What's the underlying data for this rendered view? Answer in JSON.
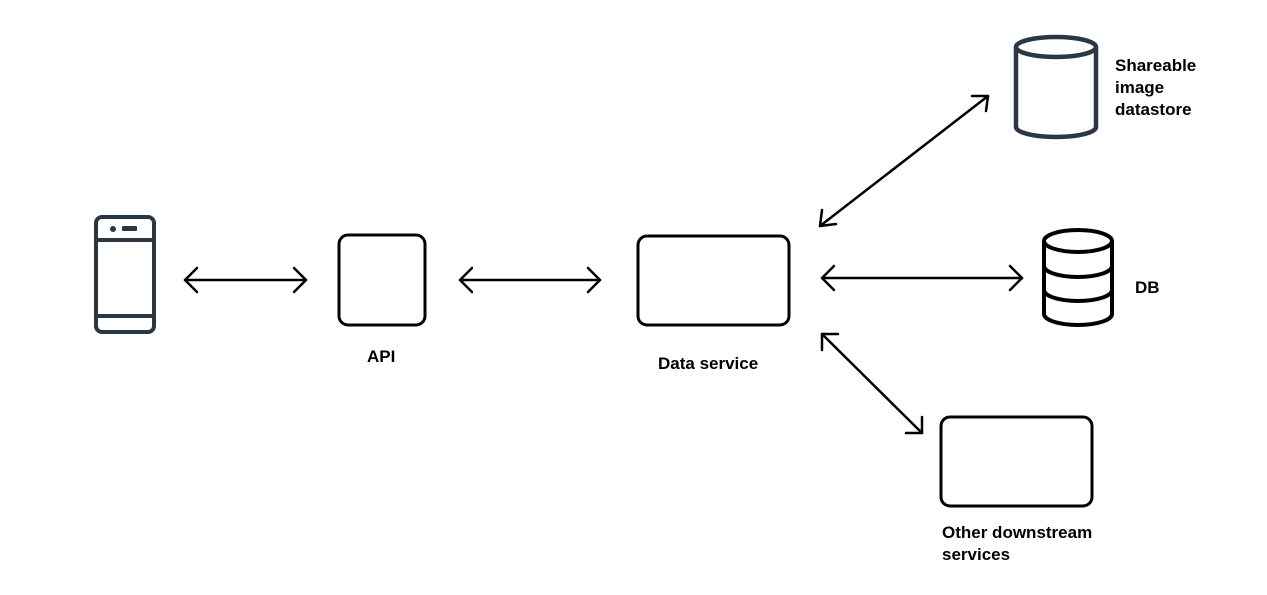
{
  "colors": {
    "box_stroke": "#000000",
    "icon_stroke": "#2b3744",
    "text": "#000000",
    "background": "#ffffff"
  },
  "nodes": {
    "client": {
      "icon": "mobile-phone-icon"
    },
    "api": {
      "label": "API"
    },
    "data_service": {
      "label": "Data service"
    },
    "shareable_store": {
      "icon": "cylinder-datastore-icon",
      "label_lines": [
        "Shareable",
        "image",
        "datastore"
      ]
    },
    "db": {
      "icon": "database-stack-icon",
      "label": "DB"
    },
    "downstream": {
      "label_lines": [
        "Other downstream",
        "services"
      ]
    }
  },
  "edges": [
    {
      "from": "client",
      "to": "api",
      "direction": "bidirectional"
    },
    {
      "from": "api",
      "to": "data_service",
      "direction": "bidirectional"
    },
    {
      "from": "data_service",
      "to": "shareable_store",
      "direction": "bidirectional"
    },
    {
      "from": "data_service",
      "to": "db",
      "direction": "bidirectional"
    },
    {
      "from": "data_service",
      "to": "downstream",
      "direction": "bidirectional"
    }
  ]
}
